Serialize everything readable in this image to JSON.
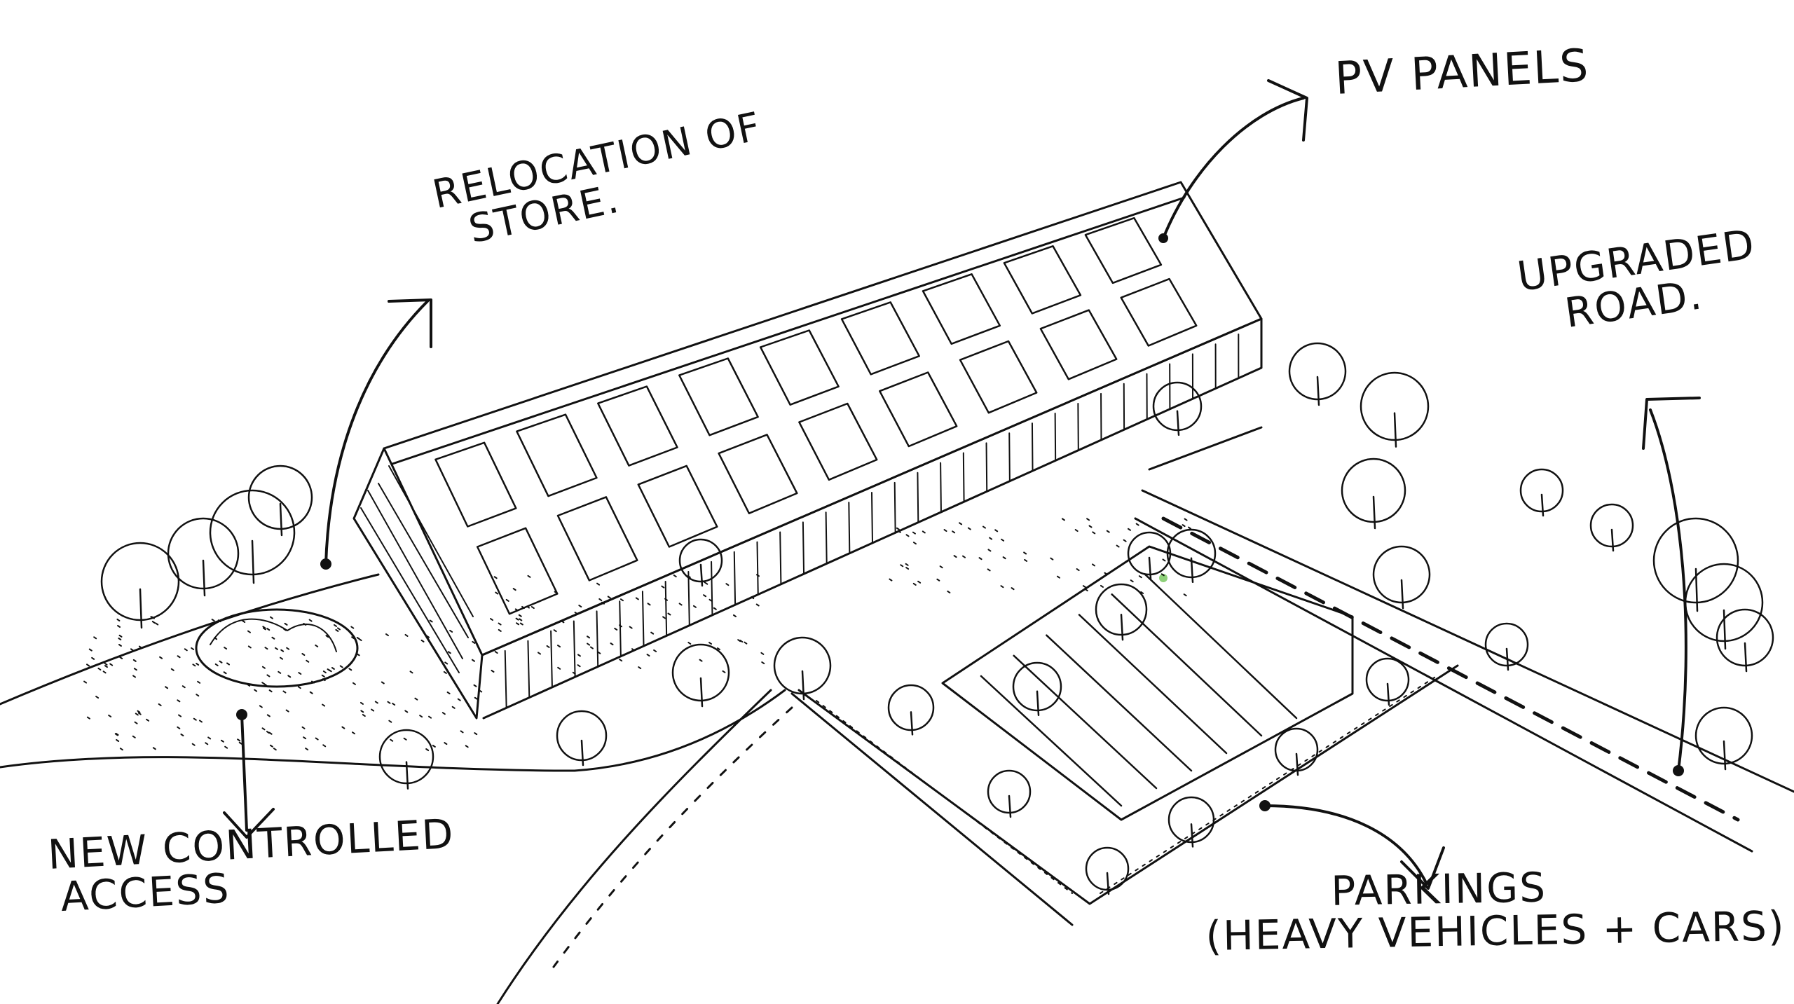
{
  "annotations": {
    "pv_panels": {
      "text": "PV PANELS"
    },
    "relocation": {
      "line1": "RELOCATION OF",
      "line2": "STORE."
    },
    "upgraded_road": {
      "line1": "UPGRADED",
      "line2": "ROAD."
    },
    "new_access": {
      "line1": "NEW CONTROLLED",
      "line2": "ACCESS"
    },
    "parkings": {
      "line1": "PARKINGS",
      "line2": "(HEAVY VEHICLES + CARS)"
    }
  },
  "colors": {
    "ink": "#111111",
    "paper": "#ffffff",
    "accent_green": "#8fd17a"
  }
}
